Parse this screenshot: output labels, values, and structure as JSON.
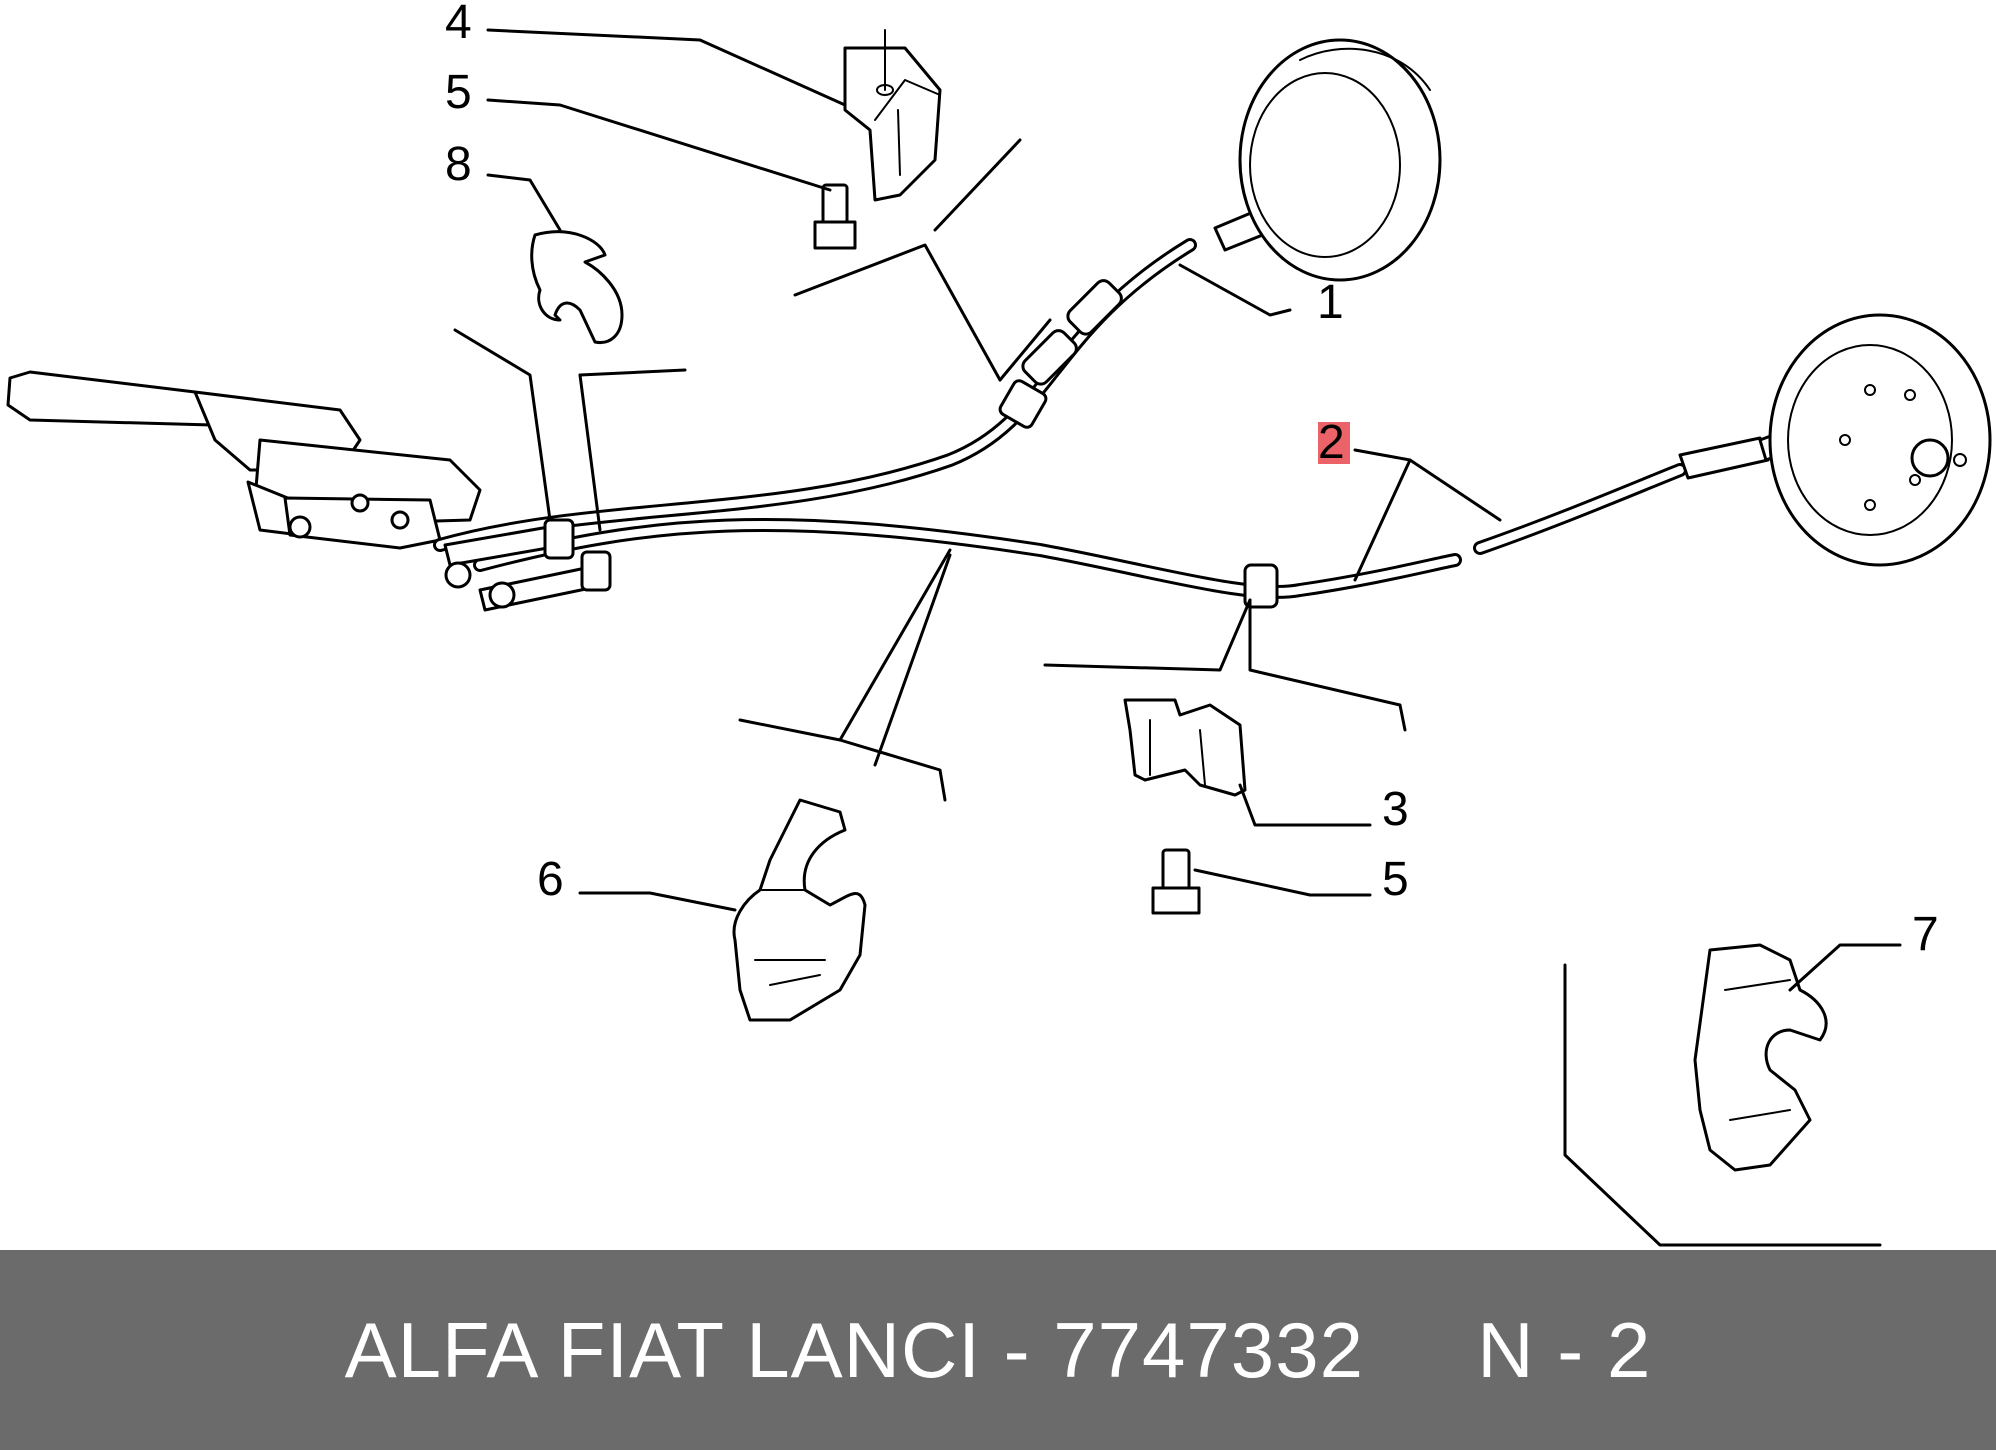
{
  "diagram": {
    "callouts": [
      {
        "id": "c1",
        "label": "1"
      },
      {
        "id": "c2",
        "label": "2",
        "highlighted": true
      },
      {
        "id": "c3",
        "label": "3"
      },
      {
        "id": "c4",
        "label": "4"
      },
      {
        "id": "c5a",
        "label": "5"
      },
      {
        "id": "c5b",
        "label": "5"
      },
      {
        "id": "c6",
        "label": "6"
      },
      {
        "id": "c7",
        "label": "7"
      },
      {
        "id": "c8",
        "label": "8"
      }
    ],
    "highlight_color": "#e8484e"
  },
  "footer": {
    "text": "ALFA FIAT LANCI - 7747332     N - 2",
    "background": "#6b6b6b",
    "color": "#ffffff"
  }
}
